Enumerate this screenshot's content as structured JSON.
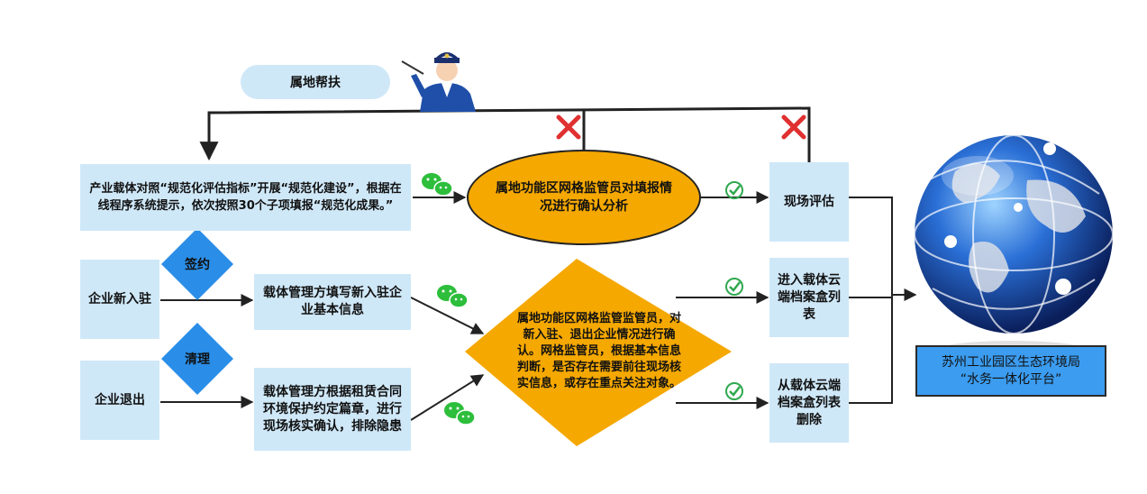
{
  "top_label": "属地帮扶",
  "main_box": "产业载体对照“规范化评估指标”开展“规范化建设”，根据在线程序系统提示，依次按照30个子项填报“规范化成果。”",
  "ellipse_text": "属地功能区网格监管员对填报情况进行确认分析",
  "onsite_box": "现场评估",
  "new_entry_box": "企业新入驻",
  "sign_label": "签约",
  "fill_info_box": "载体管理方填写新入驻企业基本信息",
  "exit_box": "企业退出",
  "clean_label": "清理",
  "verify_box": "载体管理方根据租赁合同环境保护约定篇章，进行现场核实确认，排除隐患",
  "diamond_text": "属地功能区网格监管监管员，对新入驻、退出企业情况进行确认。网格监管员，根据基本信息判断，是否存在需要前往现场核实信息，或存在重点关注对象。",
  "add_box": "进入载体云端档案盒列表",
  "remove_box": "从载体云端档案盒列表删除",
  "platform_line1": "苏州工业园区生态环境局",
  "platform_line2": "“水务一体化平台”",
  "colors": {
    "box": "#cfe8f8",
    "orange": "#f5a800",
    "diamond_blue": "#2a8ee8",
    "platform": "#3b9cf0",
    "cross": "#e03030",
    "check": "#2fa84f",
    "wechat": "#2dbe3c"
  }
}
